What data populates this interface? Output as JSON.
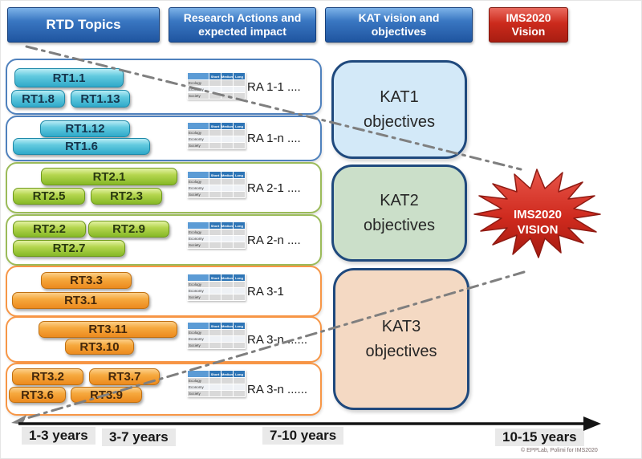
{
  "header": {
    "items": [
      {
        "label": "RTD Topics",
        "color": "#2f6db5"
      },
      {
        "label": "Research Actions and expected impact",
        "color": "#2f6db5"
      },
      {
        "label": "KAT vision and objectives",
        "color": "#2f6db5"
      },
      {
        "label": "IMS2020 Vision",
        "color": "#c0281e"
      }
    ]
  },
  "groups": [
    {
      "theme": "blue",
      "pills": [
        {
          "label": "RT1.1"
        },
        {
          "label": "RT1.8"
        },
        {
          "label": "RT1.13"
        }
      ],
      "ra_label": "RA 1-1 ...."
    },
    {
      "theme": "blue",
      "pills": [
        {
          "label": "RT1.12"
        },
        {
          "label": "RT1.6"
        }
      ],
      "ra_label": "RA 1-n ...."
    },
    {
      "theme": "green",
      "pills": [
        {
          "label": "RT2.1"
        },
        {
          "label": "RT2.5"
        },
        {
          "label": "RT2.3"
        }
      ],
      "ra_label": "RA 2-1 ...."
    },
    {
      "theme": "green",
      "pills": [
        {
          "label": "RT2.2"
        },
        {
          "label": "RT2.9"
        },
        {
          "label": "RT2.7"
        }
      ],
      "ra_label": "RA 2-n ...."
    },
    {
      "theme": "orange",
      "pills": [
        {
          "label": "RT3.3"
        },
        {
          "label": "RT3.1"
        }
      ],
      "ra_label": "RA 3-1"
    },
    {
      "theme": "orange",
      "pills": [
        {
          "label": "RT3.11"
        },
        {
          "label": "RT3.10"
        }
      ],
      "ra_label": "RA 3-n ......"
    },
    {
      "theme": "orange",
      "pills": [
        {
          "label": "RT3.2"
        },
        {
          "label": "RT3.7"
        },
        {
          "label": "RT3.6"
        },
        {
          "label": "RT3.9"
        }
      ],
      "ra_label": "RA 3-n ......"
    }
  ],
  "impact_table": {
    "corner": "",
    "cols": [
      "Short",
      "Medium",
      "Long"
    ],
    "rows": [
      "Ecology",
      "Economy",
      "Society"
    ]
  },
  "kat": [
    {
      "title": "KAT1",
      "subtitle": "objectives",
      "fill": "#d3e9f8"
    },
    {
      "title": "KAT2",
      "subtitle": "objectives",
      "fill": "#cbdfc9"
    },
    {
      "title": "KAT3",
      "subtitle": "objectives",
      "fill": "#f4d9c3"
    }
  ],
  "star": {
    "line1": "IMS2020",
    "line2": "VISION",
    "fill": "#cf2a1e"
  },
  "timeline": {
    "labels": [
      "1-3 years",
      "3-7 years",
      "7-10 years",
      "10-15 years"
    ]
  },
  "credit": "© EPPLab, Polimi for IMS2020",
  "colors": {
    "header_blue": "#2f6db5",
    "header_red": "#c0281e",
    "pill_cyan": "#3fb9d4",
    "pill_green": "#9cc83c",
    "pill_orange": "#f2a13a",
    "group_blue_border": "#4f81bd",
    "group_green_border": "#9bbb59",
    "group_orange_border": "#f79646",
    "kat_border": "#1f497d",
    "dash_line": "#7f7f7f",
    "timeline": "#141414"
  }
}
